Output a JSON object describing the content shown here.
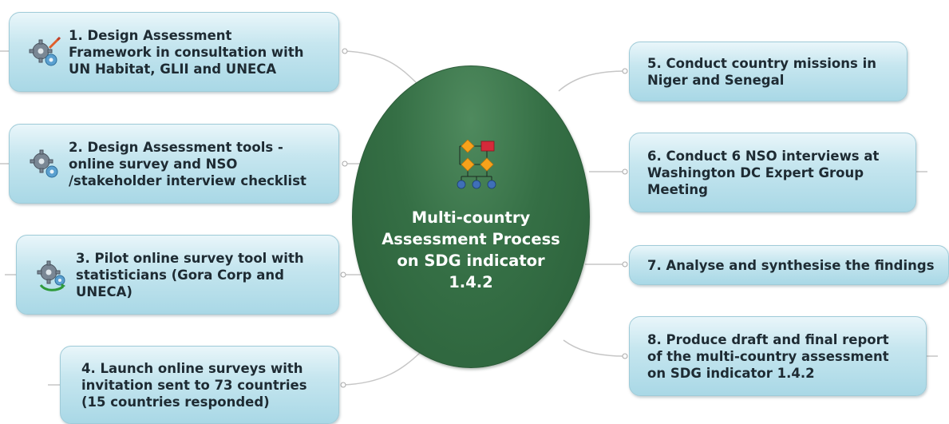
{
  "center": {
    "title": "Multi-country\nAssessment Process\non SDG indicator\n1.4.2"
  },
  "nodes": [
    {
      "id": "1",
      "text": "1. Design Assessment\nFramework in consultation with\nUN Habitat, GLII and UNECA",
      "icon": "gear-pencil-icon"
    },
    {
      "id": "2",
      "text": "2. Design Assessment tools -\nonline survey and NSO\n/stakeholder interview checklist",
      "icon": "gear-icon"
    },
    {
      "id": "3",
      "text": "3. Pilot online survey tool with\nstatisticians (Gora Corp and\nUNECA)",
      "icon": "gear-refresh-icon"
    },
    {
      "id": "4",
      "text": "4. Launch online surveys with\ninvitation sent to 73 countries\n(15 countries responded)"
    },
    {
      "id": "5",
      "text": "5. Conduct country missions in\nNiger and Senegal"
    },
    {
      "id": "6",
      "text": "6. Conduct 6 NSO interviews at\nWashington DC Expert Group\nMeeting"
    },
    {
      "id": "7",
      "text": "7. Analyse and synthesise the findings"
    },
    {
      "id": "8",
      "text": "8. Produce draft and final report\nof the multi-country assessment\non SDG indicator 1.4.2"
    }
  ],
  "colors": {
    "central_fill": "#356f45",
    "node_fill": "#c6e6ef",
    "node_border": "#9fcbd8",
    "connector": "#c4c4c4",
    "text": "#1e2b33"
  }
}
